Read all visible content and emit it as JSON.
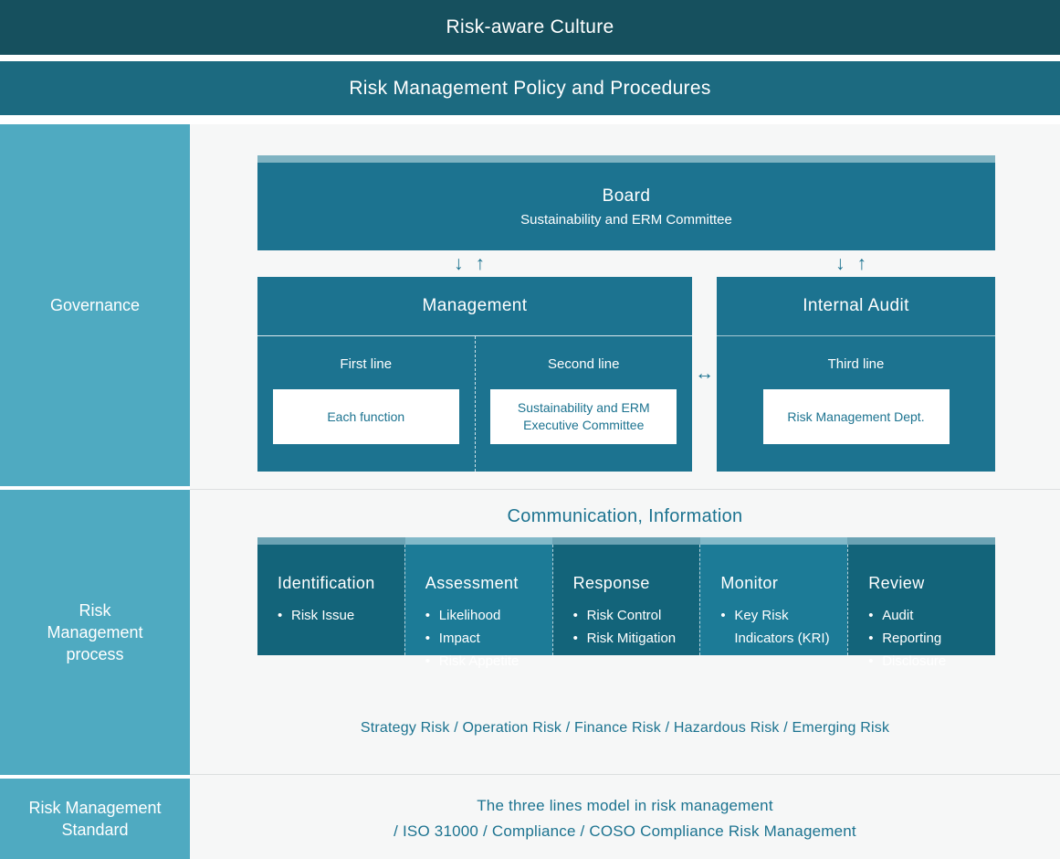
{
  "banners": {
    "culture": "Risk-aware Culture",
    "policy": "Risk Management Policy and Procedures"
  },
  "rails": {
    "governance": "Governance",
    "process": "Risk\nManagement\nprocess",
    "process_line1": "Risk",
    "process_line2": "Management",
    "process_line3": "process",
    "standard_line1": "Risk Management",
    "standard_line2": "Standard"
  },
  "governance": {
    "board": {
      "title": "Board",
      "subtitle": "Sustainability and ERM Committee"
    },
    "arrow_down": "↓",
    "arrow_up": "↑",
    "arrow_bidirectional": "↔",
    "management": {
      "title": "Management",
      "lines": [
        {
          "label": "First line",
          "card": "Each function"
        },
        {
          "label": "Second line",
          "card": "Sustainability and ERM\nExecutive Committee",
          "card_line1": "Sustainability and ERM",
          "card_line2": "Executive Committee"
        }
      ]
    },
    "internal_audit": {
      "title": "Internal Audit",
      "line_label": "Third line",
      "card": "Risk Management Dept."
    }
  },
  "process": {
    "communication_label": "Communication, Information",
    "columns": [
      {
        "title": "Identification",
        "items": [
          "Risk Issue"
        ]
      },
      {
        "title": "Assessment",
        "items": [
          "Likelihood",
          "Impact",
          "Risk Appetite"
        ]
      },
      {
        "title": "Response",
        "items": [
          "Risk Control",
          "Risk Mitigation"
        ]
      },
      {
        "title": "Monitor",
        "items": [
          "Key Risk Indicators (KRI)"
        ]
      },
      {
        "title": "Review",
        "items": [
          "Audit",
          "Reporting",
          "Disclosure"
        ]
      }
    ],
    "risk_types": "Strategy Risk / Operation Risk / Finance Risk / Hazardous Risk / Emerging Risk"
  },
  "standard": {
    "line1": "The three lines model in risk management",
    "line2": "/ ISO 31000 / Compliance / COSO Compliance Risk Management"
  },
  "colors": {
    "culture_banner": "#16505e",
    "policy_banner": "#1c6a80",
    "rail": "#4faac1",
    "panel": "#1c7390",
    "panel_dark": "#13647a",
    "panel_light": "#1c7b97",
    "accent": "#7fb3c2",
    "background": "#f6f7f7",
    "text_teal": "#1c7390"
  }
}
